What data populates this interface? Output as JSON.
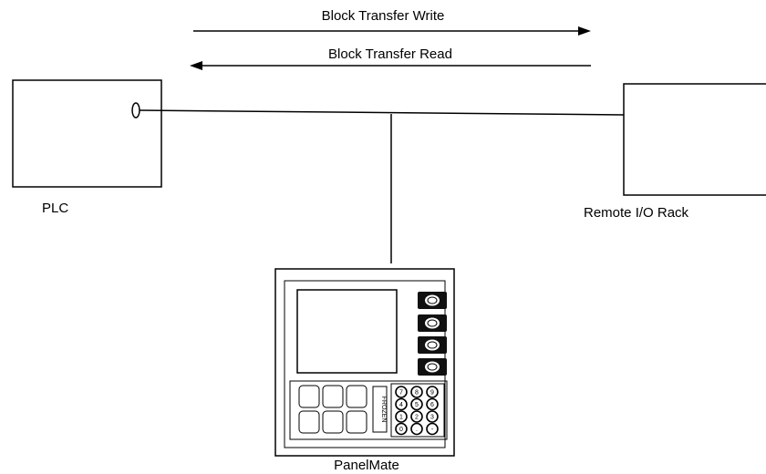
{
  "arrows": {
    "write_label": "Block Transfer Write",
    "read_label": "Block Transfer Read"
  },
  "nodes": {
    "plc_label": "PLC",
    "rack_label": "Remote I/O Rack",
    "panel_label": "PanelMate"
  },
  "panel": {
    "vertical_text": "FROZEN",
    "soft_key_count": 4,
    "function_key_count": 6,
    "keypad_keys": [
      "7",
      "8",
      "9",
      "4",
      "5",
      "6",
      "1",
      "2",
      "3",
      "0",
      ".",
      "-"
    ]
  }
}
